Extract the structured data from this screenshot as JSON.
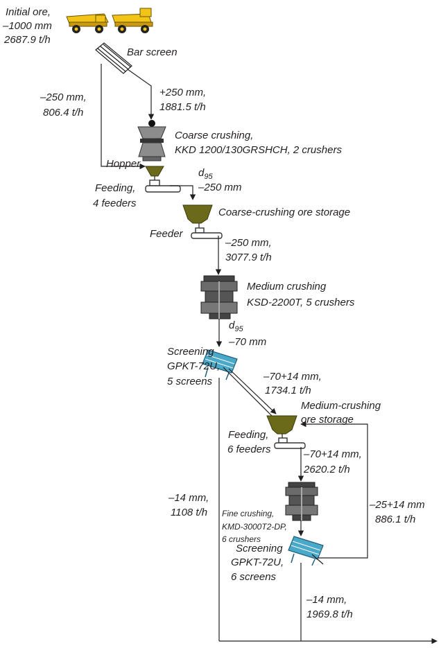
{
  "initial_ore": {
    "title": "Initial ore,",
    "size": "–1000 mm",
    "rate": "2687.9 t/h"
  },
  "bar_screen": {
    "label": "Bar screen"
  },
  "undersize_bar": {
    "size": "–250 mm,",
    "rate": "806.4 t/h"
  },
  "oversize_bar": {
    "size": "+250 mm,",
    "rate": "1881.5 t/h"
  },
  "coarse_crushing": {
    "title": "Coarse crushing,",
    "model": "KKD 1200/130GRSHCH, 2 crushers"
  },
  "hopper": {
    "label": "Hopper"
  },
  "feeding_1": {
    "title": "Feeding,",
    "count": "4 feeders"
  },
  "d95_1": {
    "symbol": "d",
    "subscript": "95",
    "value": "–250 mm"
  },
  "coarse_storage": {
    "label": "Coarse-crushing ore storage"
  },
  "feeder": {
    "label": "Feeder"
  },
  "flow_3077": {
    "size": "–250 mm,",
    "rate": "3077.9 t/h"
  },
  "medium_crushing": {
    "title": "Medium crushing",
    "model": "KSD-2200T, 5 crushers"
  },
  "d95_2": {
    "symbol": "d",
    "subscript": "95",
    "value": "–70 mm"
  },
  "screening_1": {
    "title": "Screening",
    "model": "GPKT-72U,",
    "count": "5 screens"
  },
  "flow_1734": {
    "size": "–70+14 mm,",
    "rate": "1734.1 t/h"
  },
  "medium_storage": {
    "line1": "Medium-crushing",
    "line2": "ore storage"
  },
  "feeding_2": {
    "title": "Feeding,",
    "count": "6 feeders"
  },
  "flow_2620": {
    "size": "–70+14 mm,",
    "rate": "2620.2 t/h"
  },
  "flow_1108": {
    "size": "–14 mm,",
    "rate": "1108 t/h"
  },
  "fine_crushing": {
    "title": "Fine crushing,",
    "model": "KMD-3000T2-DP,",
    "count": "6 crushers"
  },
  "recycle": {
    "size": "–25+14 mm",
    "rate": "886.1 t/h"
  },
  "screening_2": {
    "title": "Screening",
    "model": "GPKT-72U,",
    "count": "6 screens"
  },
  "flow_1969": {
    "size": "–14 mm,",
    "rate": "1969.8 t/h"
  },
  "colors": {
    "truck": "#f2c418",
    "storage": "#6b6a1a",
    "screen_deck": "#4aa8c8",
    "crusher": "#555555"
  }
}
